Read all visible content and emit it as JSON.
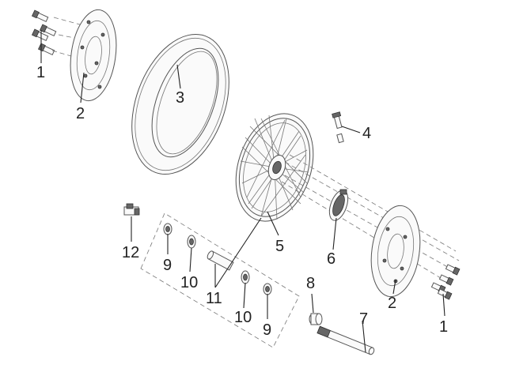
{
  "callouts": {
    "c1_top": "1",
    "c2_top": "2",
    "c3": "3",
    "c4": "4",
    "c5": "5",
    "c6": "6",
    "c7": "7",
    "c8": "8",
    "c9_left": "9",
    "c10_left": "10",
    "c11": "11",
    "c10_right": "10",
    "c9_right": "9",
    "c12": "12",
    "c2_bottom": "2",
    "c1_bottom": "1"
  }
}
